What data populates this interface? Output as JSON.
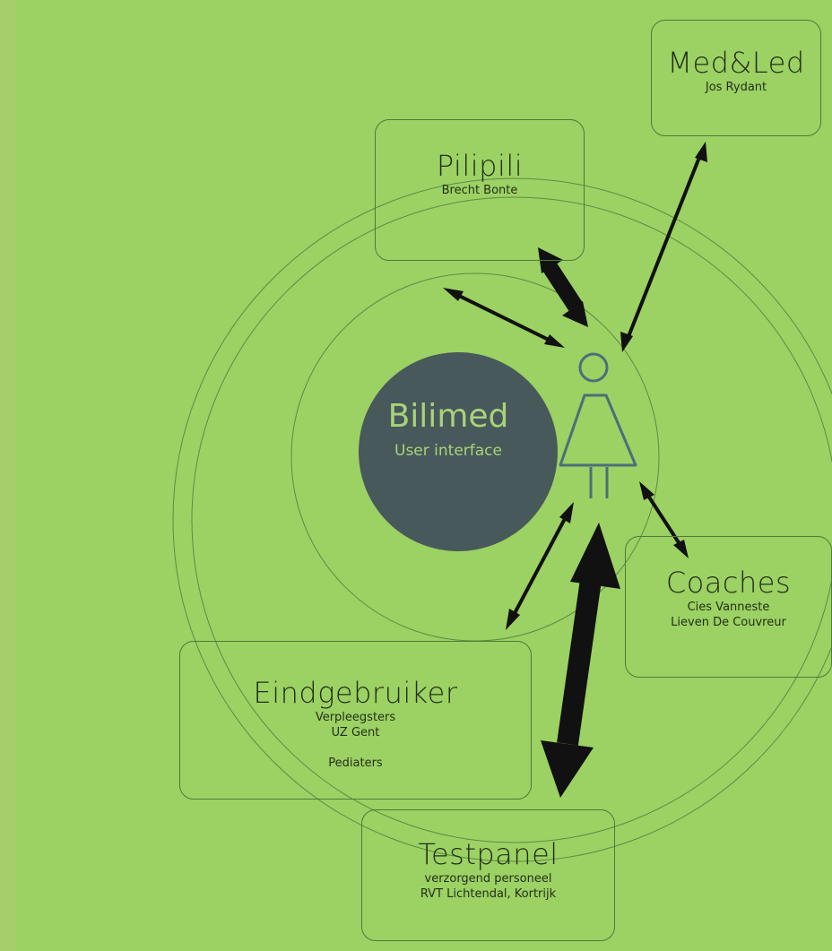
{
  "center": {
    "title": "Bilimed",
    "subtitle": "User interface"
  },
  "boxes": {
    "medled": {
      "title": "Med&Led",
      "lines": [
        "Jos Rydant"
      ]
    },
    "pilipili": {
      "title": "Pilipili",
      "lines": [
        "Brecht Bonte"
      ]
    },
    "coaches": {
      "title": "Coaches",
      "lines": [
        "Cies Vanneste",
        "Lieven De Couvreur"
      ]
    },
    "eindgebruiker": {
      "title": "Eindgebruiker",
      "lines": [
        "Verpleegsters",
        "UZ Gent",
        "Pediaters"
      ]
    },
    "testpanel": {
      "title": "Testpanel",
      "lines": [
        "verzorgend personeel",
        "RVT Lichtendal, Kortrijk"
      ]
    }
  },
  "icons": [
    "user-figure-icon"
  ],
  "colors": {
    "background": "#9cd163",
    "center_circle": "#47595a",
    "center_text": "#a9d27a",
    "arrow": "#111111",
    "figure": "#4d6e7a",
    "ring": "#5d8c45"
  }
}
